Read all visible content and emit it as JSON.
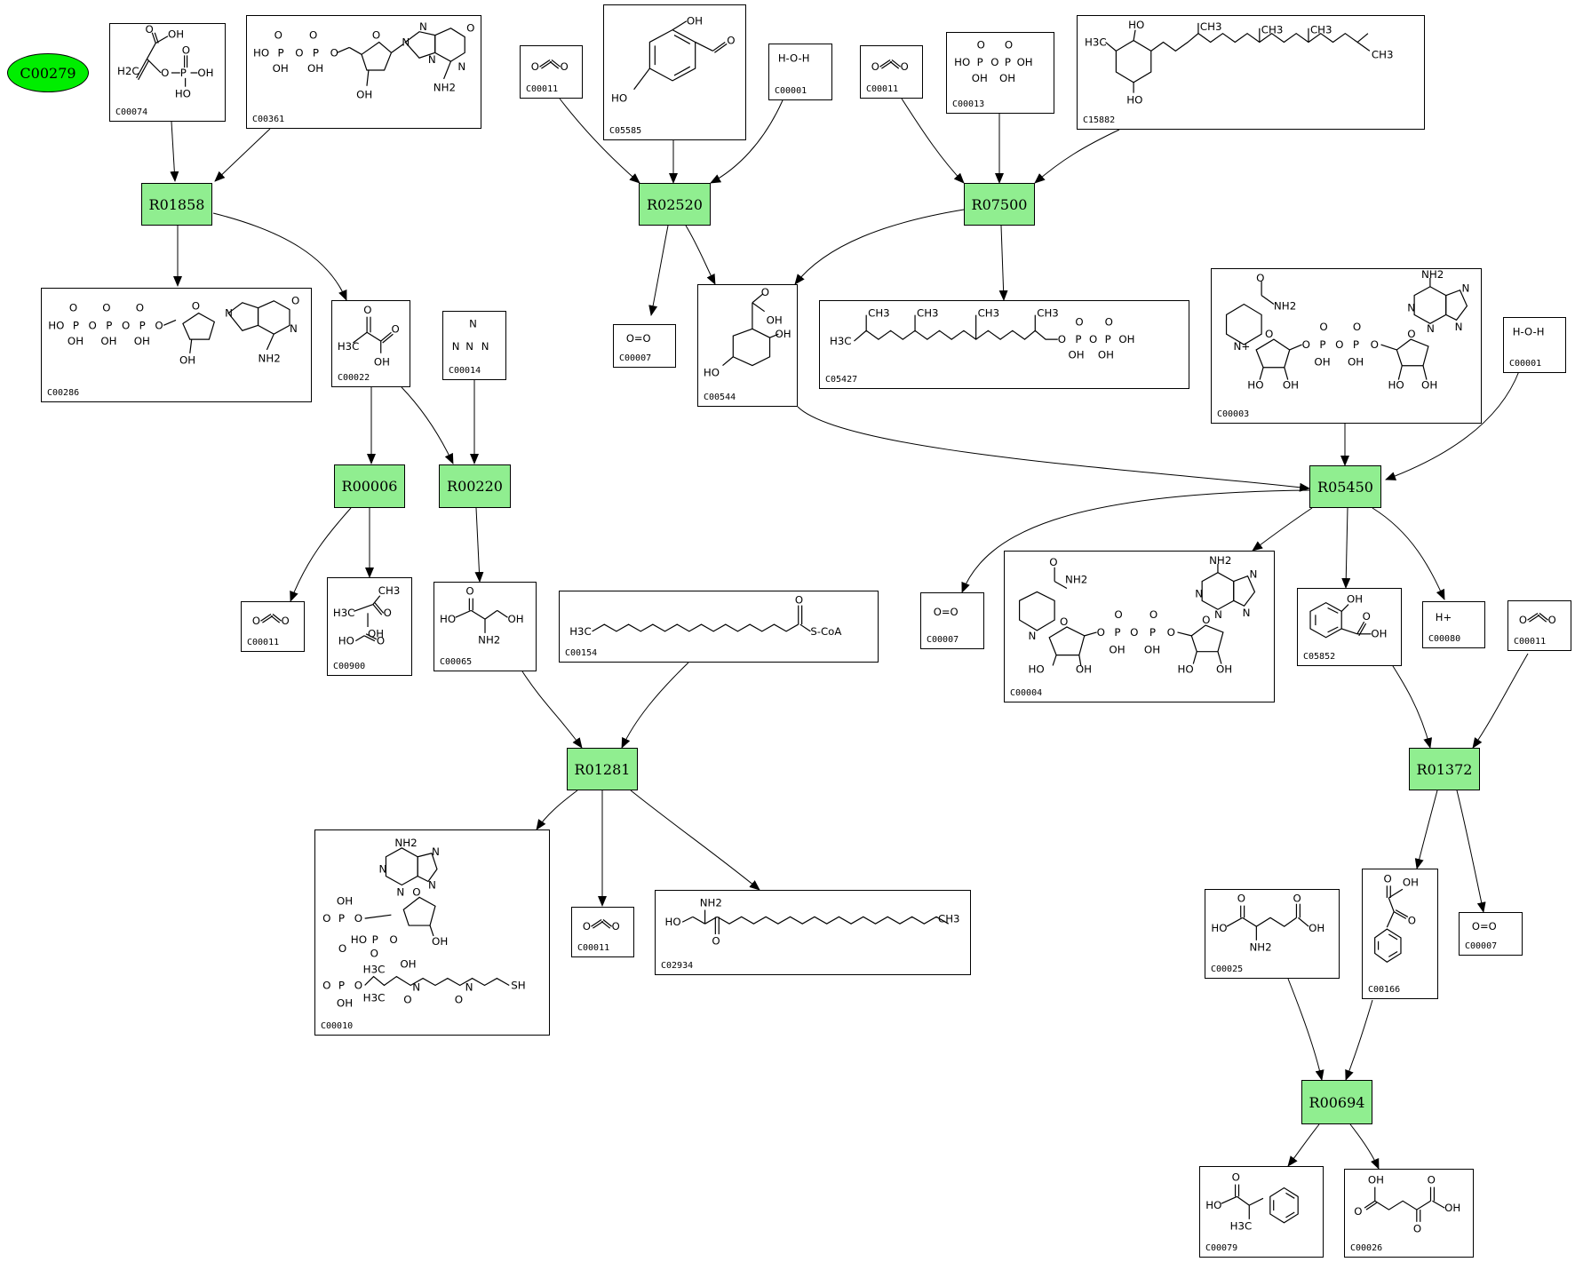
{
  "start_compound": "C00279",
  "reactions": [
    "R01858",
    "R02520",
    "R07500",
    "R00006",
    "R00220",
    "R05450",
    "R01281",
    "R01372",
    "R00694"
  ],
  "compounds": {
    "C00074": "C00074",
    "C00361": "C00361",
    "C00011": "C00011",
    "C05585": "C05585",
    "C00001": "C00001",
    "C00013": "C00013",
    "C15882": "C15882",
    "C00286": "C00286",
    "C00022": "C00022",
    "C00014": "C00014",
    "C00007": "C00007",
    "C00544": "C00544",
    "C05427": "C05427",
    "C00003": "C00003",
    "C00900": "C00900",
    "C00065": "C00065",
    "C00154": "C00154",
    "C00004": "C00004",
    "C05852": "C05852",
    "C00080": "C00080",
    "C00010": "C00010",
    "C02934": "C02934",
    "C00025": "C00025",
    "C00166": "C00166",
    "C00079": "C00079",
    "C00026": "C00026"
  },
  "structure_text": {
    "co2": "O=C=O",
    "o2": "O=O",
    "water": "H-O-H",
    "hplus": "H+",
    "oh": "OH",
    "ho": "HO",
    "o": "O",
    "p": "P",
    "n": "N",
    "h2c": "H2C",
    "ch3": "CH3",
    "h3c": "H3C",
    "nh2": "NH2",
    "n_plus": "N+",
    "sh": "SH",
    "scoa": "S-CoA"
  }
}
